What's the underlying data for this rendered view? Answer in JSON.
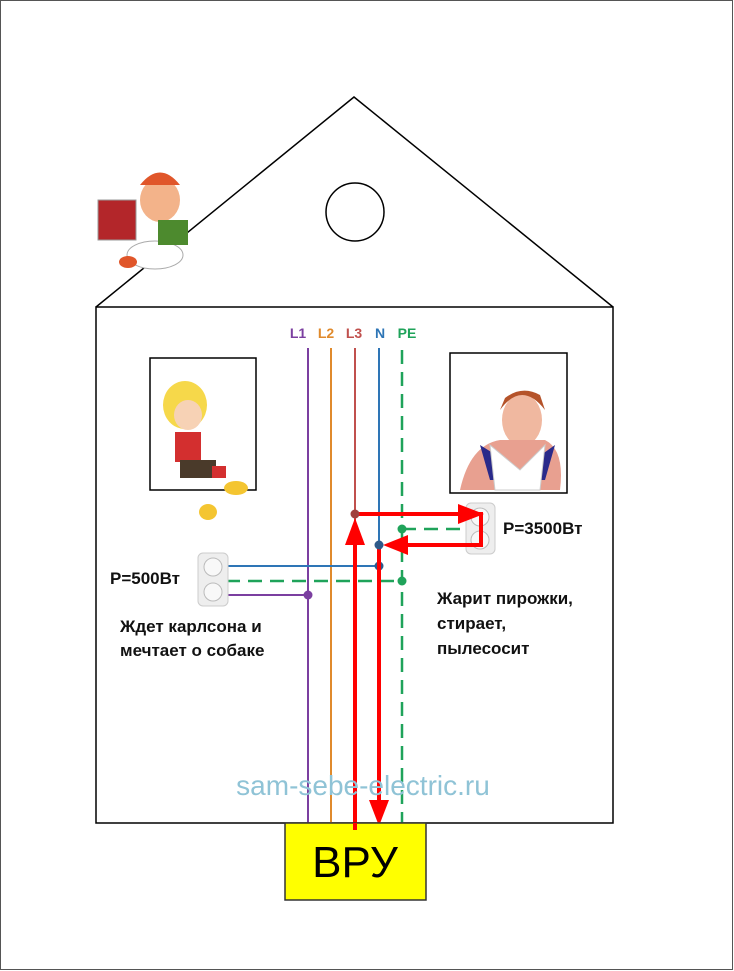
{
  "phases": [
    {
      "label": "L1",
      "color": "#7b3fa0"
    },
    {
      "label": "L2",
      "color": "#e08a2c"
    },
    {
      "label": "L3",
      "color": "#c0504d"
    },
    {
      "label": "N",
      "color": "#2e75b6"
    },
    {
      "label": "PE",
      "color": "#1fa35a"
    }
  ],
  "left_load": {
    "power": "P=500Вт",
    "caption": [
      "Ждет карлсона и",
      "мечтает о собаке"
    ]
  },
  "right_load": {
    "power": "P=3500Вт",
    "caption": [
      "Жарит пирожки,",
      "стирает,",
      "пылесосит"
    ]
  },
  "panel": {
    "label": "ВРУ",
    "color": "#ffff00"
  },
  "current_color": "#ff0000",
  "watermark": "sam-sebe-electric.ru"
}
